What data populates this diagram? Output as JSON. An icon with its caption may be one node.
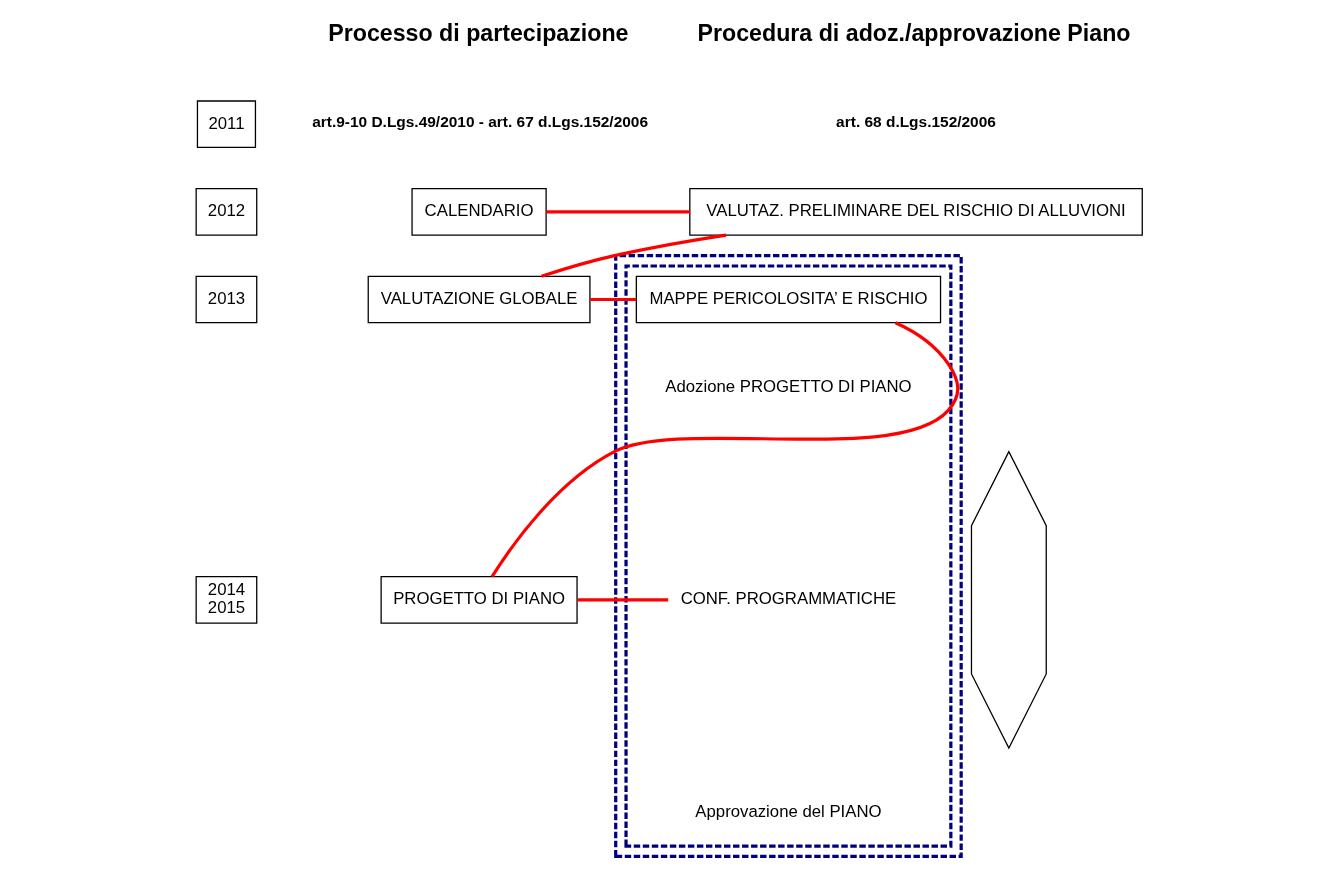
{
  "diagram": {
    "nodes": [
      {
        "text": [
          "2011"
        ]
      },
      {
        "text": [
          "2012"
        ]
      },
      {
        "text": [
          "2013"
        ]
      },
      {
        "text": [
          "2014",
          "2015"
        ]
      },
      {
        "text": [
          "CALENDARIO"
        ]
      },
      {
        "text": [
          "VALUTAZ. PRELIMINARE DEL RISCHIO DI ALLUVIONI"
        ]
      },
      {
        "text": [
          "VALUTAZIONE GLOBALE"
        ]
      },
      {
        "text": [],
        "shape": "box"
      },
      {
        "text": [],
        "shape": "box",
        "in": 7
      },
      {
        "text": [
          "MAPPE PERICOLOSITA’ E RISCHIO"
        ],
        "in": 8
      },
      {
        "text": [
          "Adozione PROGETTO DI PIANO"
        ],
        "in": 8
      },
      {
        "text": [
          "CONF. PROGRAMMATICHE"
        ],
        "in": 8
      },
      {
        "text": [
          "Approvazione del PIANO"
        ],
        "in": 8
      },
      {
        "text": [
          "PROGETTO DI PIANO"
        ]
      },
      {
        "text": [],
        "shape": "arrow"
      }
    ],
    "edges": [
      {
        "from": 4,
        "to": 5,
        "arrow": "none"
      },
      {
        "from": 5,
        "to": 6,
        "arrow": "none"
      },
      {
        "from": 6,
        "to": 9,
        "arrow": "none"
      },
      {
        "from": 9,
        "to": 13,
        "arrow": "none"
      },
      {
        "from": 13,
        "to": 11,
        "arrow": "none"
      }
    ],
    "labels": [
      "Processo di partecipazione",
      "art.9-10 D.Lgs.49/2010 - art. 67 d.Lgs.152/2006",
      "Procedura di adoz./approvazione Piano",
      "art. 68 d.Lgs.152/2006"
    ]
  }
}
